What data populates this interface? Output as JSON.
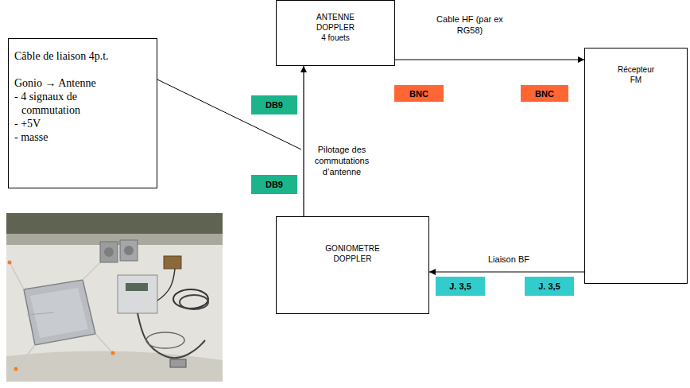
{
  "diagram": {
    "nodes": [
      {
        "text": [
          "Câble de liaison 4p.t.",
          "Gonio → Antenne",
          "- 4 signaux de commutation",
          "- +5V",
          "- masse"
        ]
      },
      {
        "text": [
          "ANTENNE DOPPLER",
          "4 fouets"
        ]
      },
      {
        "text": [
          "Récepteur FM"
        ]
      },
      {
        "text": [
          "DB9"
        ]
      },
      {
        "text": [
          "BNC"
        ]
      },
      {
        "text": [
          "BNC"
        ]
      },
      {
        "text": [
          "DB9"
        ]
      },
      {
        "text": [
          "GONIOMETRE DOPPLER"
        ]
      },
      {
        "text": [
          "J. 3,5"
        ]
      },
      {
        "text": [
          "J. 3,5"
        ]
      }
    ],
    "edges": [
      {
        "from": 1,
        "to": 2,
        "arrow": "to",
        "label": "Cable HF (par ex RG58)"
      },
      {
        "from": 7,
        "to": 1,
        "arrow": "to",
        "label": "Pilotage des commutations d’antenne"
      },
      {
        "from": 2,
        "to": 7,
        "arrow": "to",
        "label": "Liaison BF"
      }
    ]
  }
}
